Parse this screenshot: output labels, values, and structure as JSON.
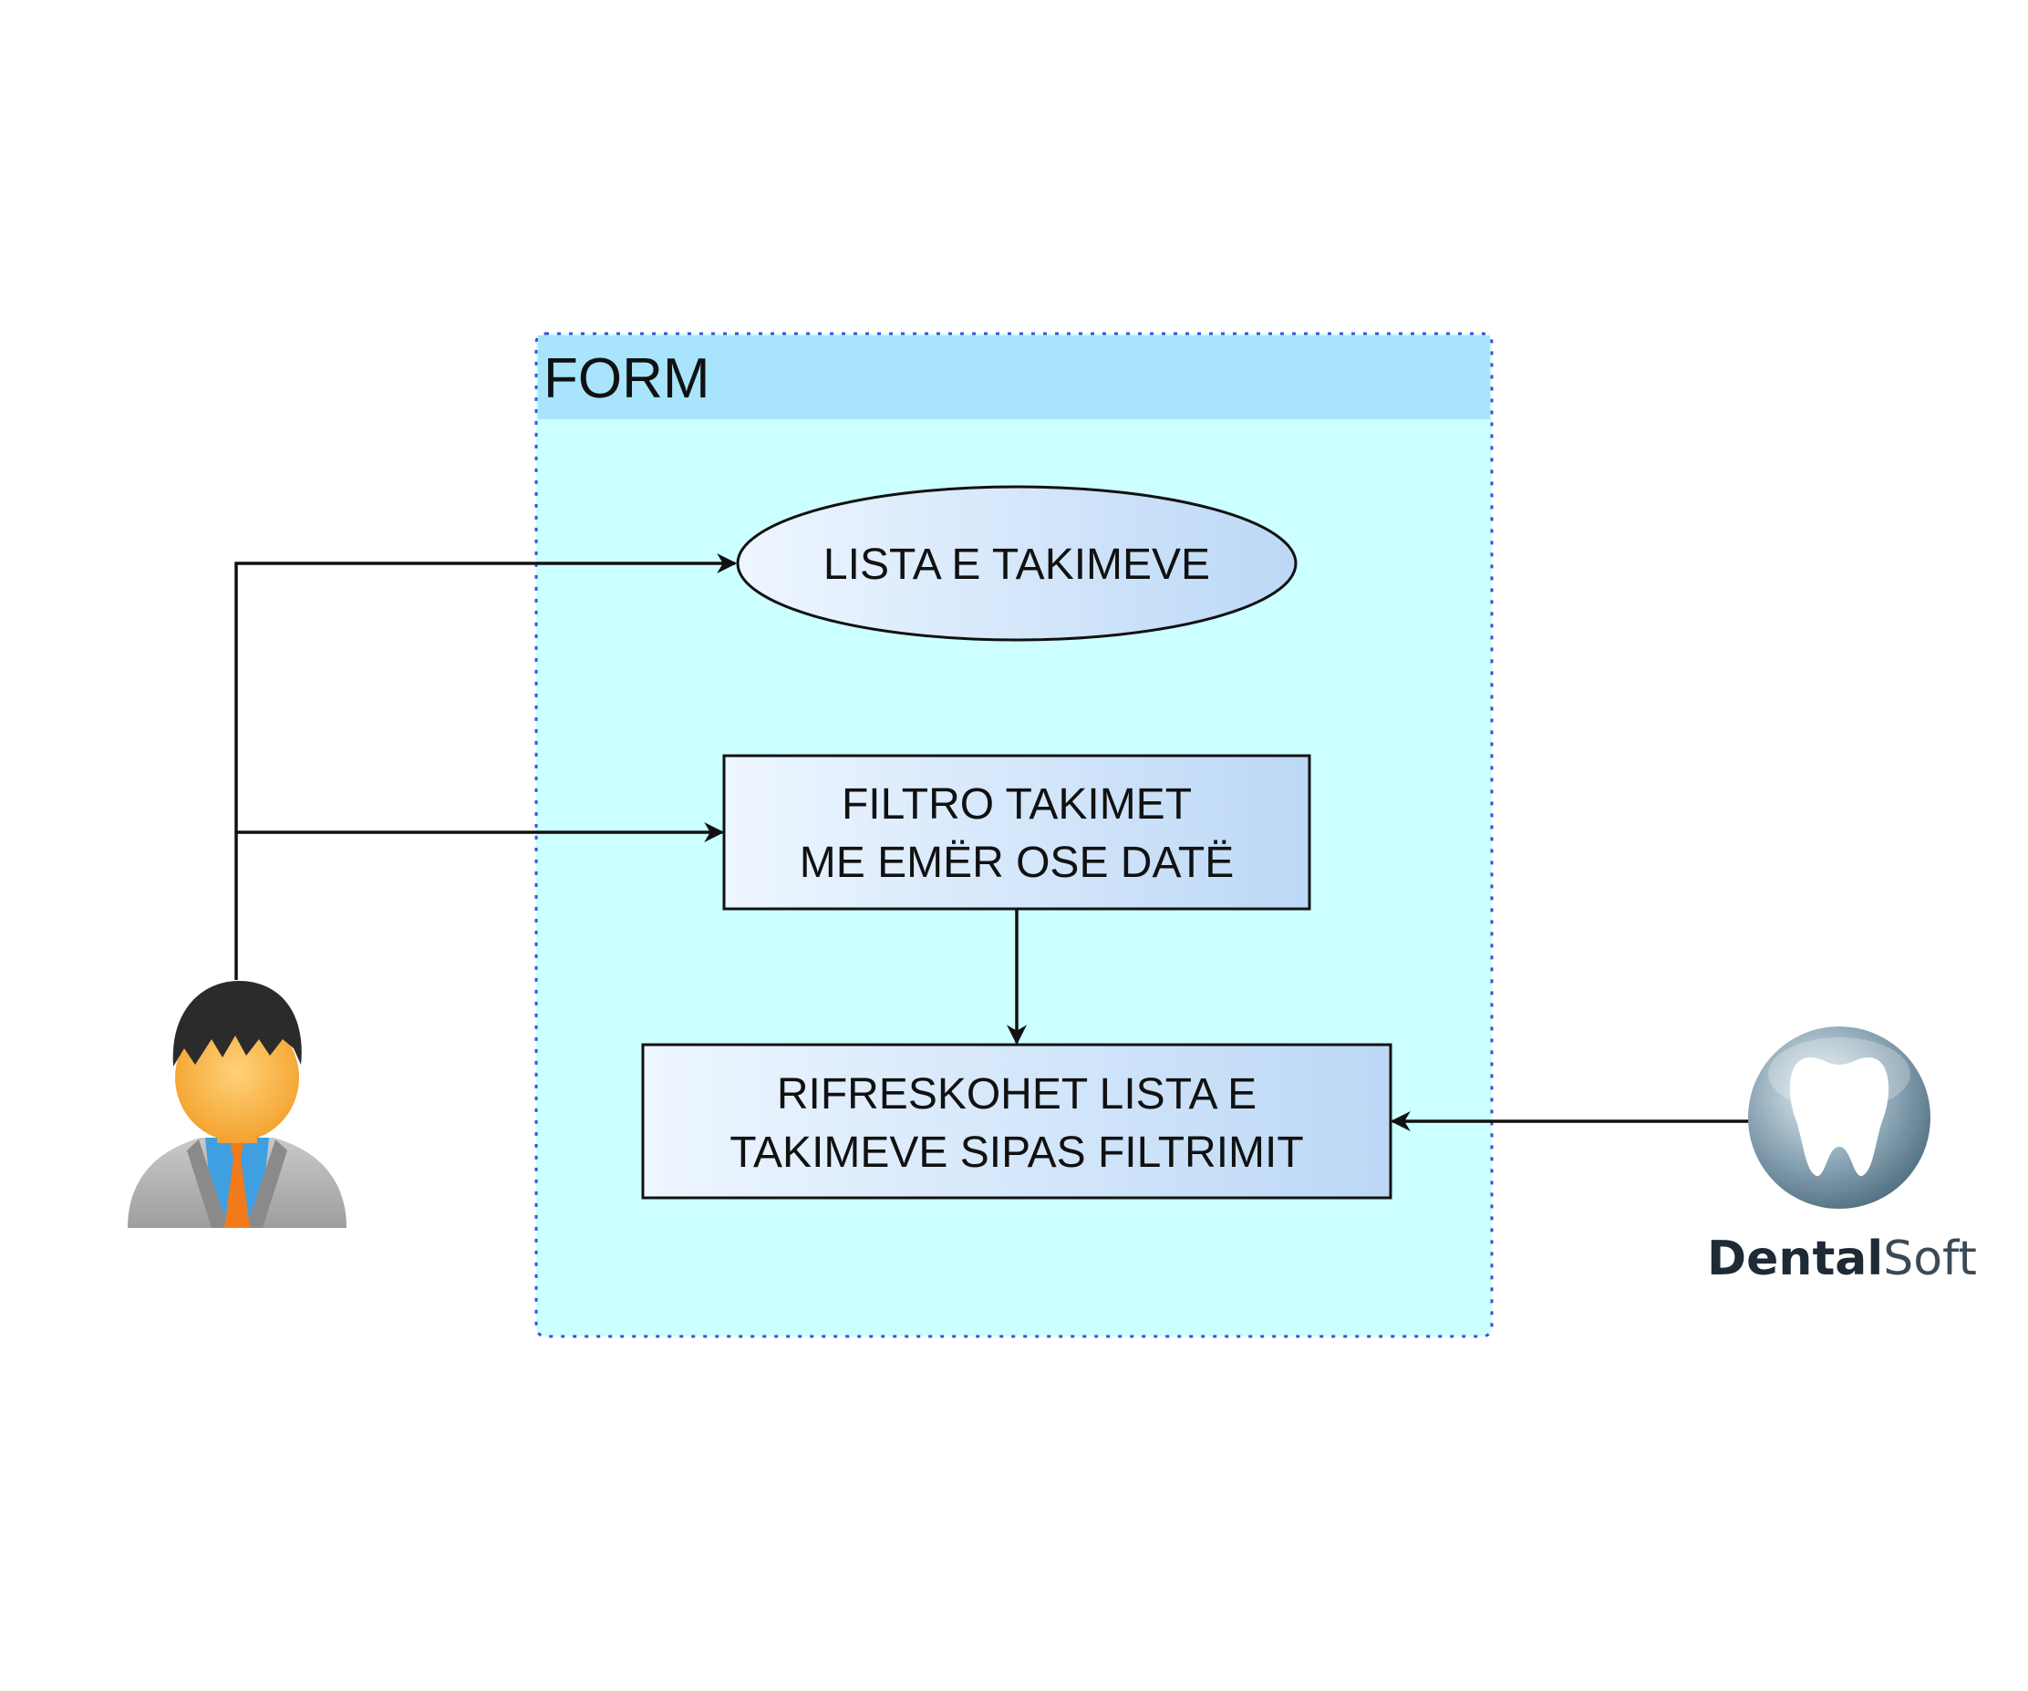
{
  "form": {
    "title": "FORM"
  },
  "nodes": {
    "list": {
      "label": "LISTA E TAKIMEVE"
    },
    "filter": {
      "lines": [
        "FILTRO TAKIMET",
        "ME EMËR OSE DATË"
      ]
    },
    "refresh": {
      "lines": [
        "RIFRESKOHET LISTA E",
        "TAKIMEVE SIPAS FILTRIMIT"
      ]
    }
  },
  "actors": {
    "user": {
      "icon": "user-avatar-icon"
    },
    "system": {
      "logo_bold": "Dental",
      "logo_light": "Soft",
      "icon": "tooth-icon"
    }
  },
  "edges": [
    {
      "from": "user",
      "to": "list"
    },
    {
      "from": "user",
      "to": "filter"
    },
    {
      "from": "filter",
      "to": "refresh"
    },
    {
      "from": "system",
      "to": "refresh"
    }
  ],
  "colors": {
    "form_fill": "#ccffff",
    "form_header": "#a8e4fb",
    "form_border": "#3b4fd6",
    "node_grad_start": "#eef6ff",
    "node_grad_end": "#bcd8f6",
    "line": "#111111"
  }
}
